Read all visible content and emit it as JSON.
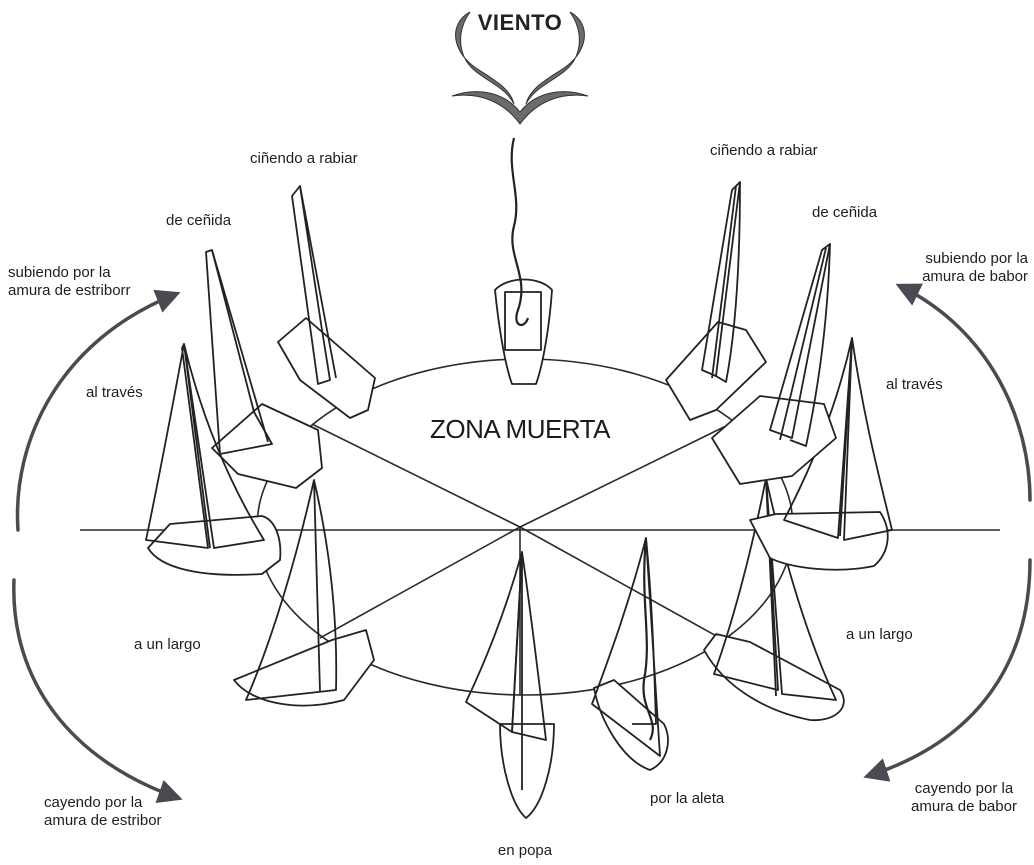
{
  "title": "VIENTO",
  "zone": "ZONA MUERTA",
  "labels": {
    "close_hauled_left": "ciñendo a rabiar",
    "close_hauled_right": "ciñendo a rabiar",
    "close_reach_left": "de ceñida",
    "close_reach_right": "de ceñida",
    "beam_left": "al través",
    "beam_right": "al través",
    "broad_left": "a un largo",
    "broad_right": "a un largo",
    "quarter": "por la  aleta",
    "run": "en popa"
  },
  "arrows": {
    "up_left": [
      "subiendo por la",
      "amura de estriborr"
    ],
    "up_right": [
      "subiendo por la",
      "amura de babor"
    ],
    "down_left": [
      "cayendo por la",
      "amura de estribor"
    ],
    "down_right": [
      "cayendo por la",
      "amura de babor"
    ]
  },
  "colors": {
    "ink": "#222222",
    "arrow": "#4a4a52",
    "hull": "#ffffff"
  }
}
